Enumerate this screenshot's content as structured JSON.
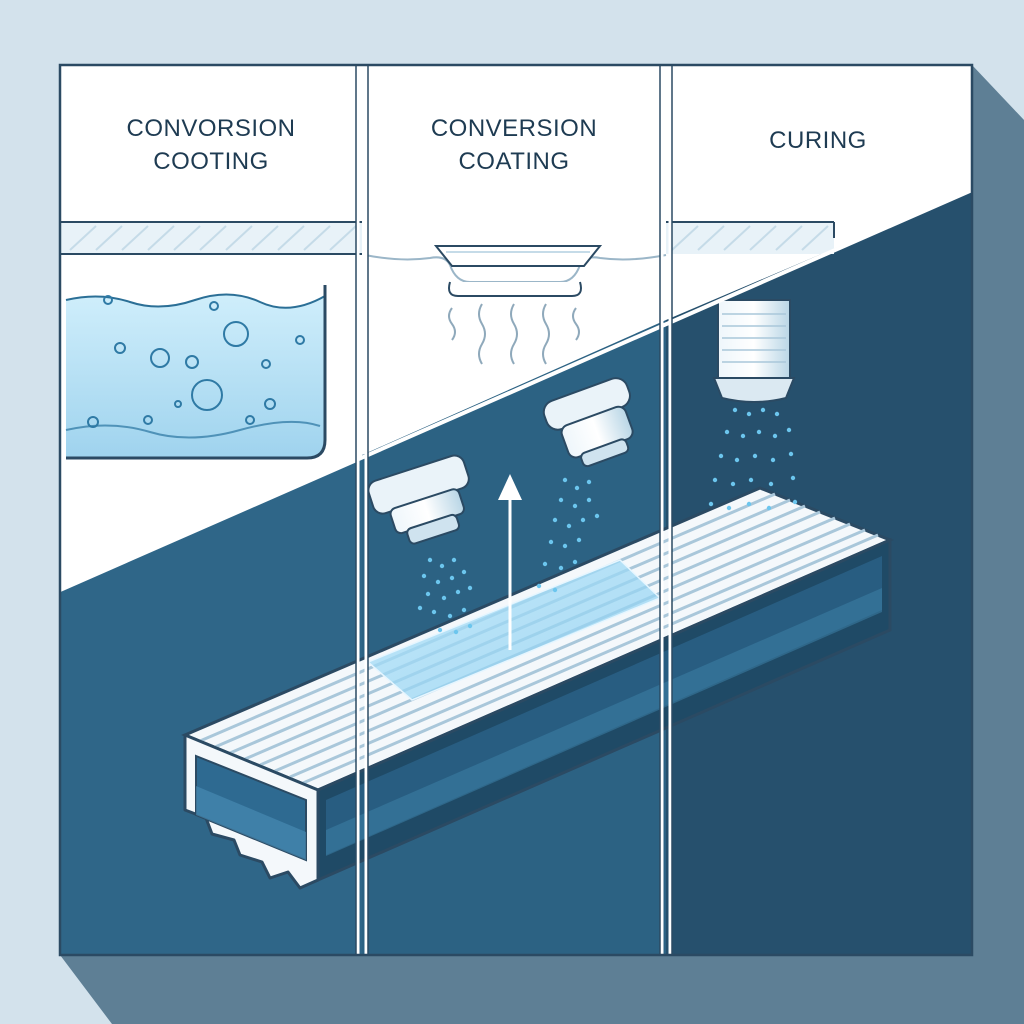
{
  "panels": [
    {
      "title_line1": "CONVORSION",
      "title_line2": "COOTING"
    },
    {
      "title_line1": "CONVERSION",
      "title_line2": "COATING"
    },
    {
      "title_line1": "CURING",
      "title_line2": ""
    }
  ],
  "colors": {
    "background": "#d3e2ec",
    "frame_shadow": "#5e7f95",
    "dark_blue": "#24506e",
    "mid_blue": "#356f91",
    "water": "#bfe4f5",
    "outline": "#2b4a63",
    "panel_white": "#ffffff"
  },
  "icons": [
    "water-tank-icon",
    "heater-icon",
    "spray-nozzle-icon",
    "upward-arrow-icon",
    "aluminium-profile-icon"
  ]
}
